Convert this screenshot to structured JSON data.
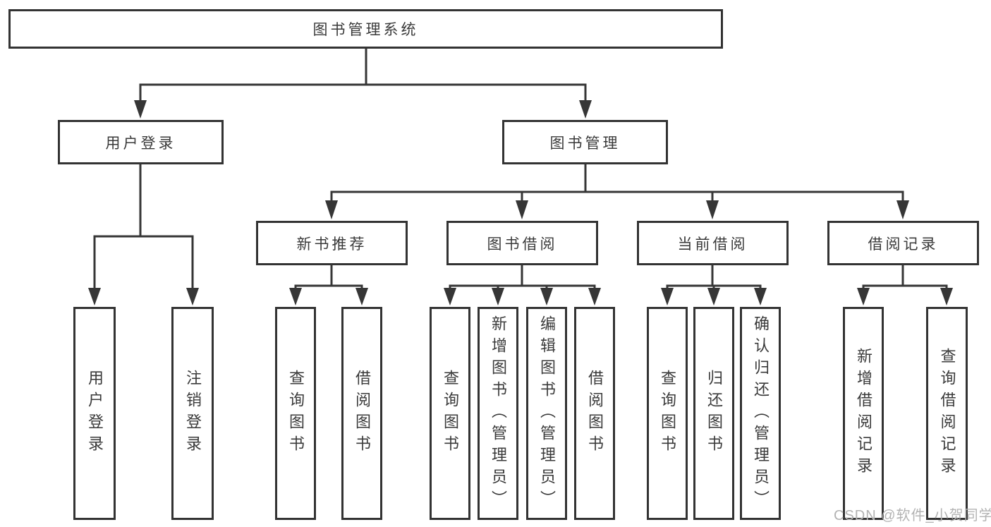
{
  "colors": {
    "line": "#363636",
    "box_border": "#333333",
    "box_background": "#ffffff",
    "text": "#3a3a3a",
    "watermark_text": "#b3b3b3"
  },
  "watermark": {
    "text": "CSDN @软件_小贺同学"
  },
  "tree": {
    "label": "图书管理系统",
    "children": [
      {
        "label": "用户登录",
        "children": [
          {
            "label": "用户登录"
          },
          {
            "label": "注销登录"
          }
        ]
      },
      {
        "label": "图书管理",
        "children": [
          {
            "label": "新书推荐",
            "children": [
              {
                "label": "查询图书"
              },
              {
                "label": "借阅图书"
              }
            ]
          },
          {
            "label": "图书借阅",
            "children": [
              {
                "label": "查询图书"
              },
              {
                "label": "新增图书（管理员）"
              },
              {
                "label": "编辑图书（管理员）"
              },
              {
                "label": "借阅图书"
              }
            ]
          },
          {
            "label": "当前借阅",
            "children": [
              {
                "label": "查询图书"
              },
              {
                "label": "归还图书"
              },
              {
                "label": "确认归还（管理员）"
              }
            ]
          },
          {
            "label": "借阅记录",
            "children": [
              {
                "label": "新增借阅记录"
              },
              {
                "label": "查询借阅记录"
              }
            ]
          }
        ]
      }
    ]
  }
}
